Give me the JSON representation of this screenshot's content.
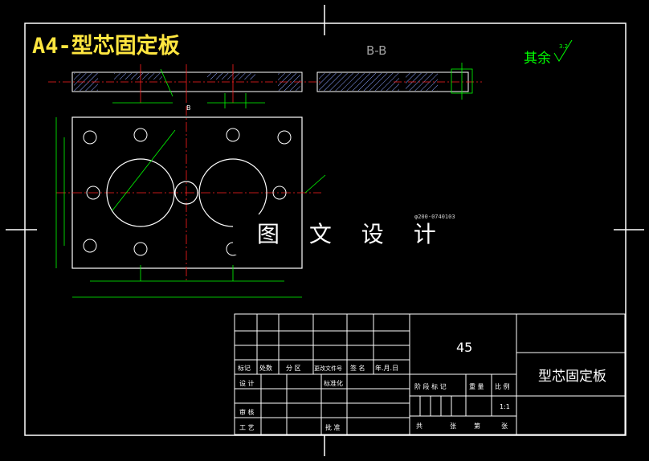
{
  "drawing_title": "A4-型芯固定板",
  "section_label": "B-B",
  "roughness_label": "其余",
  "roughness_value": "3.2",
  "watermark": "图 文 设 计",
  "center_note": "φ200-0740103",
  "section_mark": "B",
  "title_block": {
    "material": "45",
    "part_name": "型芯固定板",
    "scale": "1:1",
    "revision_headers": [
      "标记",
      "处数",
      "分 区",
      "更改文件号",
      "签 名",
      "年.月.日"
    ],
    "row_design": "设 计",
    "row_standardize": "标准化",
    "row_check": "审 核",
    "row_process": "工 艺",
    "row_approve": "批 准",
    "stage_headers": [
      "阶 段 标 记",
      "重 量",
      "比 例"
    ],
    "sheet_label": [
      "共",
      "张",
      "第",
      "张"
    ]
  },
  "colors": {
    "frame": "#ffffff",
    "dimension": "#00ff00",
    "centerline": "#ff2020",
    "hatch": "#4080ff",
    "title": "#ffe640"
  }
}
